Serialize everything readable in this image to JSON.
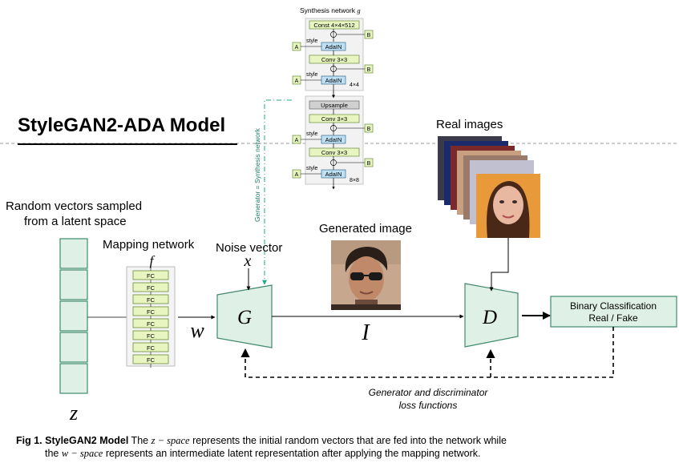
{
  "title": "StyleGAN2-ADA Model",
  "latent": {
    "label_line1": "Random vectors sampled",
    "label_line2": "from a latent space",
    "symbol": "z"
  },
  "mapping": {
    "label": "Mapping network",
    "symbol": "f",
    "layers": [
      "FC",
      "FC",
      "FC",
      "FC",
      "FC",
      "FC",
      "FC",
      "FC"
    ],
    "output_symbol": "w"
  },
  "noise": {
    "label": "Noise vector",
    "symbol": "x"
  },
  "generator": {
    "symbol": "G",
    "output_symbol": "I"
  },
  "generated_image_label": "Generated image",
  "real_images_label": "Real images",
  "discriminator": {
    "symbol": "D"
  },
  "classification": {
    "line1": "Binary Classification",
    "line2": "Real / Fake"
  },
  "loss_label_line1": "Generator and discriminator",
  "loss_label_line2": "loss functions",
  "synthesis": {
    "title": "Synthesis network",
    "title_symbol": "g",
    "side_label": "Generator = Synthesis network",
    "const": "Const 4×4×512",
    "conv": "Conv 3×3",
    "adain": "AdaIN",
    "upsample": "Upsample",
    "style": "style",
    "A": "A",
    "B": "B",
    "res1": "4×4",
    "res2": "8×8"
  },
  "caption": {
    "fig": "Fig 1. StyleGAN2 Model",
    "t1": " The ",
    "m1": "z − space",
    "t2": " represents the initial random vectors that are fed into the network while",
    "t3": "the ",
    "m2": "w − space",
    "t4": " represents an intermediate latent representation after applying the mapping network."
  },
  "colors": {
    "box_fill": "#dff0e6",
    "box_stroke": "#3f8a6e",
    "fc_fill": "#e8f5c0",
    "adain_fill": "#bde0f5",
    "upsample_fill": "#d0d0d0",
    "panel_fill": "#f2f2f2"
  }
}
